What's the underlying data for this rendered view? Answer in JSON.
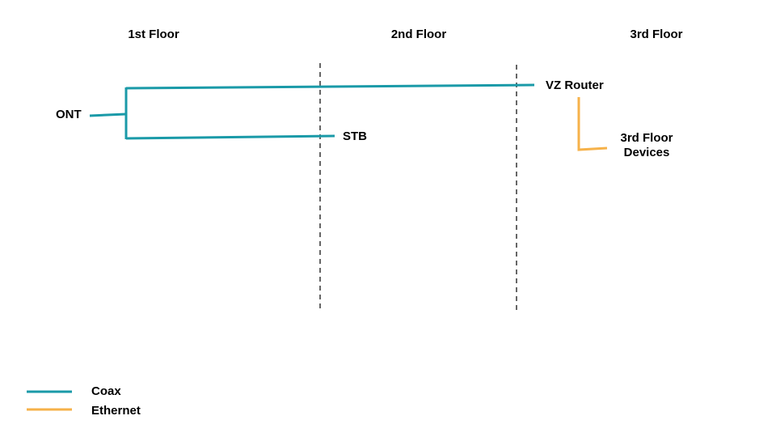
{
  "floors": [
    {
      "label": "1st Floor"
    },
    {
      "label": "2nd Floor"
    },
    {
      "label": "3rd Floor"
    }
  ],
  "nodes": {
    "ont": "ONT",
    "stb": "STB",
    "router": "VZ Router",
    "devices": "3rd Floor\nDevices"
  },
  "legend": {
    "coax": {
      "label": "Coax",
      "color": "#1a9aa8"
    },
    "ethernet": {
      "label": "Ethernet",
      "color": "#f6b24a"
    }
  },
  "colors": {
    "divider": "#666666",
    "text": "#000000"
  }
}
